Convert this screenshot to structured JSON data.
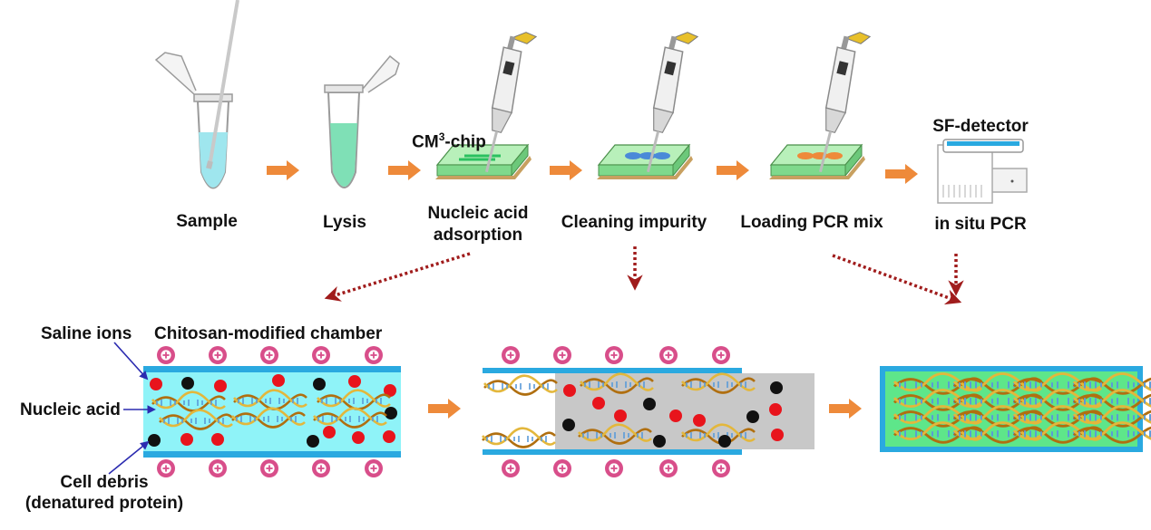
{
  "steps": {
    "sample": "Sample",
    "lysis": "Lysis",
    "chip_name": "CM",
    "chip_sup": "3",
    "chip_suffix": "-chip",
    "adsorption_line1": "Nucleic acid",
    "adsorption_line2": "adsorption",
    "cleaning": "Cleaning impurity",
    "loading": "Loading PCR mix",
    "detector": "SF-detector",
    "insitu": "in situ PCR"
  },
  "legend": {
    "saline_ions": "Saline ions",
    "chamber": "Chitosan-modified chamber",
    "nucleic_acid": "Nucleic acid",
    "cell_debris_line1": "Cell debris",
    "cell_debris_line2": "(denatured protein)"
  },
  "colors": {
    "arrow": "#ee8a3a",
    "dotted_arrow": "#a01c1c",
    "liquid": "#9fe6ee",
    "lysate": "#7fe0b6",
    "chamber_fluid": "#8ff3f8",
    "chamber_wall": "#2aa9e0",
    "ion": "#d84e8a",
    "salt_red": "#e8141c",
    "debris_black": "#111111",
    "pcr_fill": "#5ee68a",
    "impurity_grey": "#c8c8c8",
    "pointer": "#2b2bb0"
  }
}
